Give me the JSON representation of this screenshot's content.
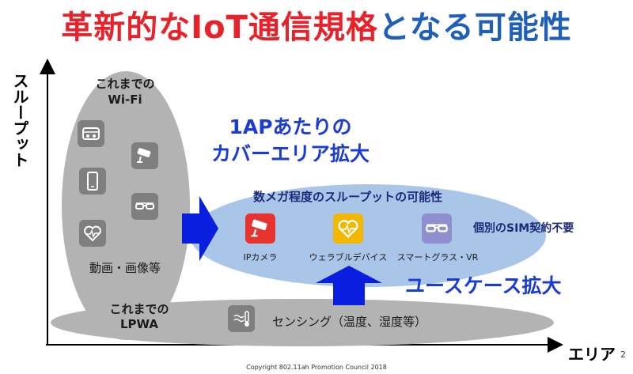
{
  "title": {
    "part_red": "革新的なIoT通信規格",
    "part_blue": "となる可能性"
  },
  "axes": {
    "y_label": "スループット",
    "x_label": "エリア"
  },
  "wifi": {
    "label_line1": "これまでの",
    "label_line2": "Wi-Fi",
    "icons": [
      "vr-headset-icon",
      "security-camera-icon",
      "smartphone-icon",
      "smart-glasses-icon",
      "heart-rate-icon"
    ],
    "caption": "動画・画像等"
  },
  "lpwa": {
    "label_line1": "これまでの",
    "label_line2": "LPWA",
    "icon": "thermometer-sensor-icon",
    "caption": "センシング（温度、湿度等）"
  },
  "ah": {
    "headline_line1": "1APあたりの",
    "headline_line2": "カバーエリア拡大",
    "throughput": "数メガ程度のスループットの可能性",
    "devices": [
      {
        "icon": "security-camera-icon",
        "label": "IPカメラ",
        "color": "#e8322e"
      },
      {
        "icon": "heart-rate-icon",
        "label": "ウェラブルデバイス",
        "color": "#f2b800"
      },
      {
        "icon": "smart-glasses-icon",
        "label": "スマートグラス・VR",
        "color": "#8f8fd0"
      }
    ],
    "no_sim": "個別のSIM契約不要",
    "usecase": "ユースケース拡大"
  },
  "colors": {
    "red": "#e8222a",
    "blue": "#1f5fb8",
    "arrow_blue": "#0a1ee0",
    "gray": "#b3b3b3",
    "light_blue": "#a9c6e8"
  },
  "page_number": "2",
  "copyright": "Copyright 802.11ah Promotion Council 2018"
}
